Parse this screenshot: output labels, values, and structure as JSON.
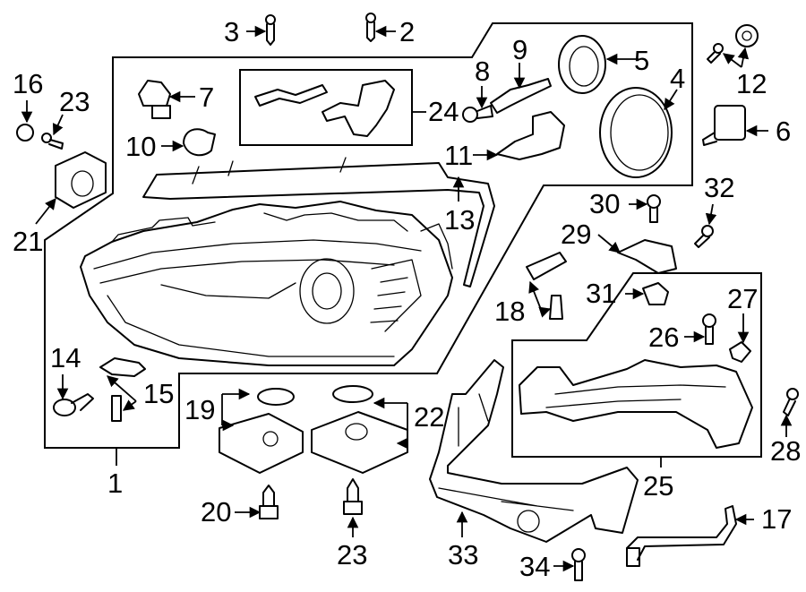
{
  "diagram": {
    "callouts": [
      {
        "id": "c1",
        "label": "1"
      },
      {
        "id": "c2",
        "label": "2"
      },
      {
        "id": "c3",
        "label": "3"
      },
      {
        "id": "c4",
        "label": "4"
      },
      {
        "id": "c5",
        "label": "5"
      },
      {
        "id": "c6",
        "label": "6"
      },
      {
        "id": "c7",
        "label": "7"
      },
      {
        "id": "c8",
        "label": "8"
      },
      {
        "id": "c9",
        "label": "9"
      },
      {
        "id": "c10",
        "label": "10"
      },
      {
        "id": "c11",
        "label": "11"
      },
      {
        "id": "c12",
        "label": "12"
      },
      {
        "id": "c13",
        "label": "13"
      },
      {
        "id": "c14",
        "label": "14"
      },
      {
        "id": "c15",
        "label": "15"
      },
      {
        "id": "c16",
        "label": "16"
      },
      {
        "id": "c17",
        "label": "17"
      },
      {
        "id": "c18",
        "label": "18"
      },
      {
        "id": "c19",
        "label": "19"
      },
      {
        "id": "c20",
        "label": "20"
      },
      {
        "id": "c21",
        "label": "21"
      },
      {
        "id": "c22",
        "label": "22"
      },
      {
        "id": "c23a",
        "label": "23"
      },
      {
        "id": "c23b",
        "label": "23"
      },
      {
        "id": "c24",
        "label": "24"
      },
      {
        "id": "c25",
        "label": "25"
      },
      {
        "id": "c26",
        "label": "26"
      },
      {
        "id": "c27",
        "label": "27"
      },
      {
        "id": "c28",
        "label": "28"
      },
      {
        "id": "c29",
        "label": "29"
      },
      {
        "id": "c30",
        "label": "30"
      },
      {
        "id": "c31",
        "label": "31"
      },
      {
        "id": "c32",
        "label": "32"
      },
      {
        "id": "c33",
        "label": "33"
      },
      {
        "id": "c34",
        "label": "34"
      }
    ]
  }
}
